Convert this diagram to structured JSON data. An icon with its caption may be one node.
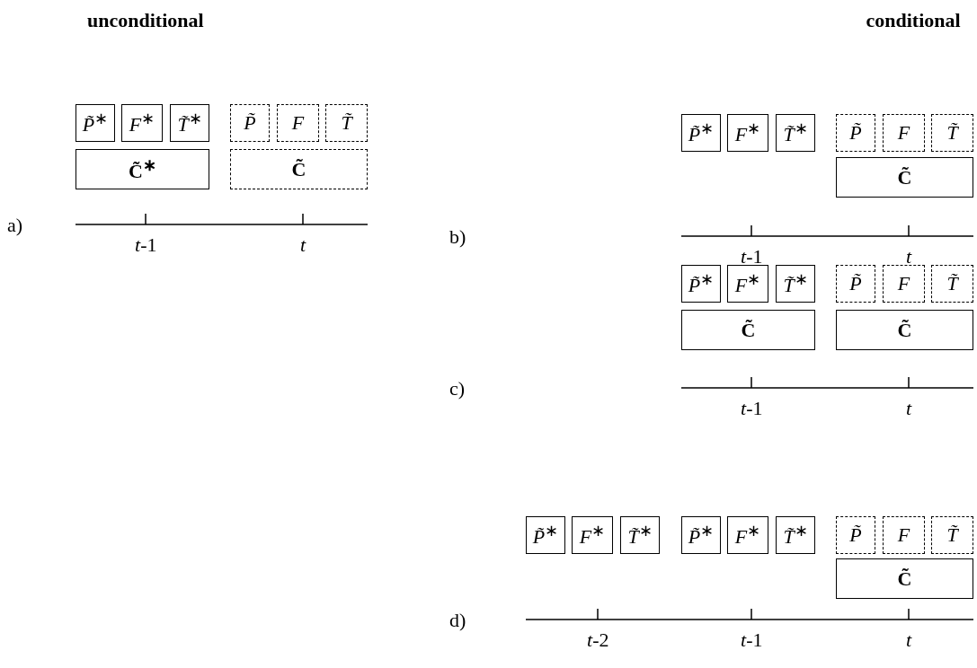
{
  "diagram": {
    "nodes": [
      {
        "text": [
          "*P̃*$^{∗}$"
        ]
      },
      {
        "text": [
          "*F*$^{∗}$"
        ]
      },
      {
        "text": [
          "*T̃*$^{∗}$"
        ]
      },
      {
        "text": [
          "*P̃*"
        ]
      },
      {
        "text": [
          "*F*"
        ]
      },
      {
        "text": [
          "*T̃*"
        ]
      },
      {
        "text": [
          "C̃$^{∗}$"
        ]
      },
      {
        "text": [
          "C̃"
        ]
      },
      {
        "text": [
          "*P̃*$^{∗}$"
        ]
      },
      {
        "text": [
          "*F*$^{∗}$"
        ]
      },
      {
        "text": [
          "*T̃*$^{∗}$"
        ]
      },
      {
        "text": [
          "*P̃*"
        ]
      },
      {
        "text": [
          "*F*"
        ]
      },
      {
        "text": [
          "*T̃*"
        ]
      },
      {
        "text": [
          "C̃"
        ]
      },
      {
        "text": [
          "*P̃*$^{∗}$"
        ]
      },
      {
        "text": [
          "*F*$^{∗}$"
        ]
      },
      {
        "text": [
          "*T̃*$^{∗}$"
        ]
      },
      {
        "text": [
          "*P̃*"
        ]
      },
      {
        "text": [
          "*F*"
        ]
      },
      {
        "text": [
          "*T̃*"
        ]
      },
      {
        "text": [
          "C̃"
        ]
      },
      {
        "text": [
          "C̃"
        ]
      },
      {
        "text": [
          "*P̃*$^{∗}$"
        ]
      },
      {
        "text": [
          "*F*$^{∗}$"
        ]
      },
      {
        "text": [
          "*T̃*$^{∗}$"
        ]
      },
      {
        "text": [
          "*P̃*$^{∗}$"
        ]
      },
      {
        "text": [
          "*F*$^{∗}$"
        ]
      },
      {
        "text": [
          "*T̃*$^{∗}$"
        ]
      },
      {
        "text": [
          "*P̃*"
        ]
      },
      {
        "text": [
          "*F*"
        ]
      },
      {
        "text": [
          "*T̃*"
        ]
      },
      {
        "text": [
          "C̃"
        ]
      }
    ],
    "edges": [],
    "labels": [
      "unconditional",
      "conditional",
      "a)",
      "*t*-1",
      "*t*",
      "b)",
      "*t*-1",
      "*t*",
      "c)",
      "*t*-1",
      "*t*",
      "d)",
      "*t*-2",
      "*t*-1",
      "*t*"
    ]
  }
}
